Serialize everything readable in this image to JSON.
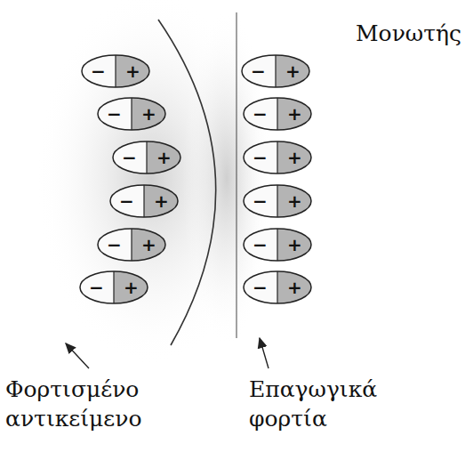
{
  "diagram": {
    "nodes": [
      {
        "text": [
          "−",
          "+"
        ]
      },
      {
        "text": [
          "−",
          "+"
        ]
      },
      {
        "text": [
          "−",
          "+"
        ]
      },
      {
        "text": [
          "−",
          "+"
        ]
      },
      {
        "text": [
          "−",
          "+"
        ]
      },
      {
        "text": [
          "−",
          "+"
        ]
      },
      {
        "text": [
          "−",
          "+"
        ]
      },
      {
        "text": [
          "−",
          "+"
        ]
      },
      {
        "text": [
          "−",
          "+"
        ]
      },
      {
        "text": [
          "−",
          "+"
        ]
      },
      {
        "text": [
          "−",
          "+"
        ]
      },
      {
        "text": [
          "−",
          "+"
        ]
      }
    ],
    "labels": [
      "Μονωτής",
      "Φορτισμένο αντικείμενο",
      "Επαγωγικά φορτία"
    ]
  }
}
